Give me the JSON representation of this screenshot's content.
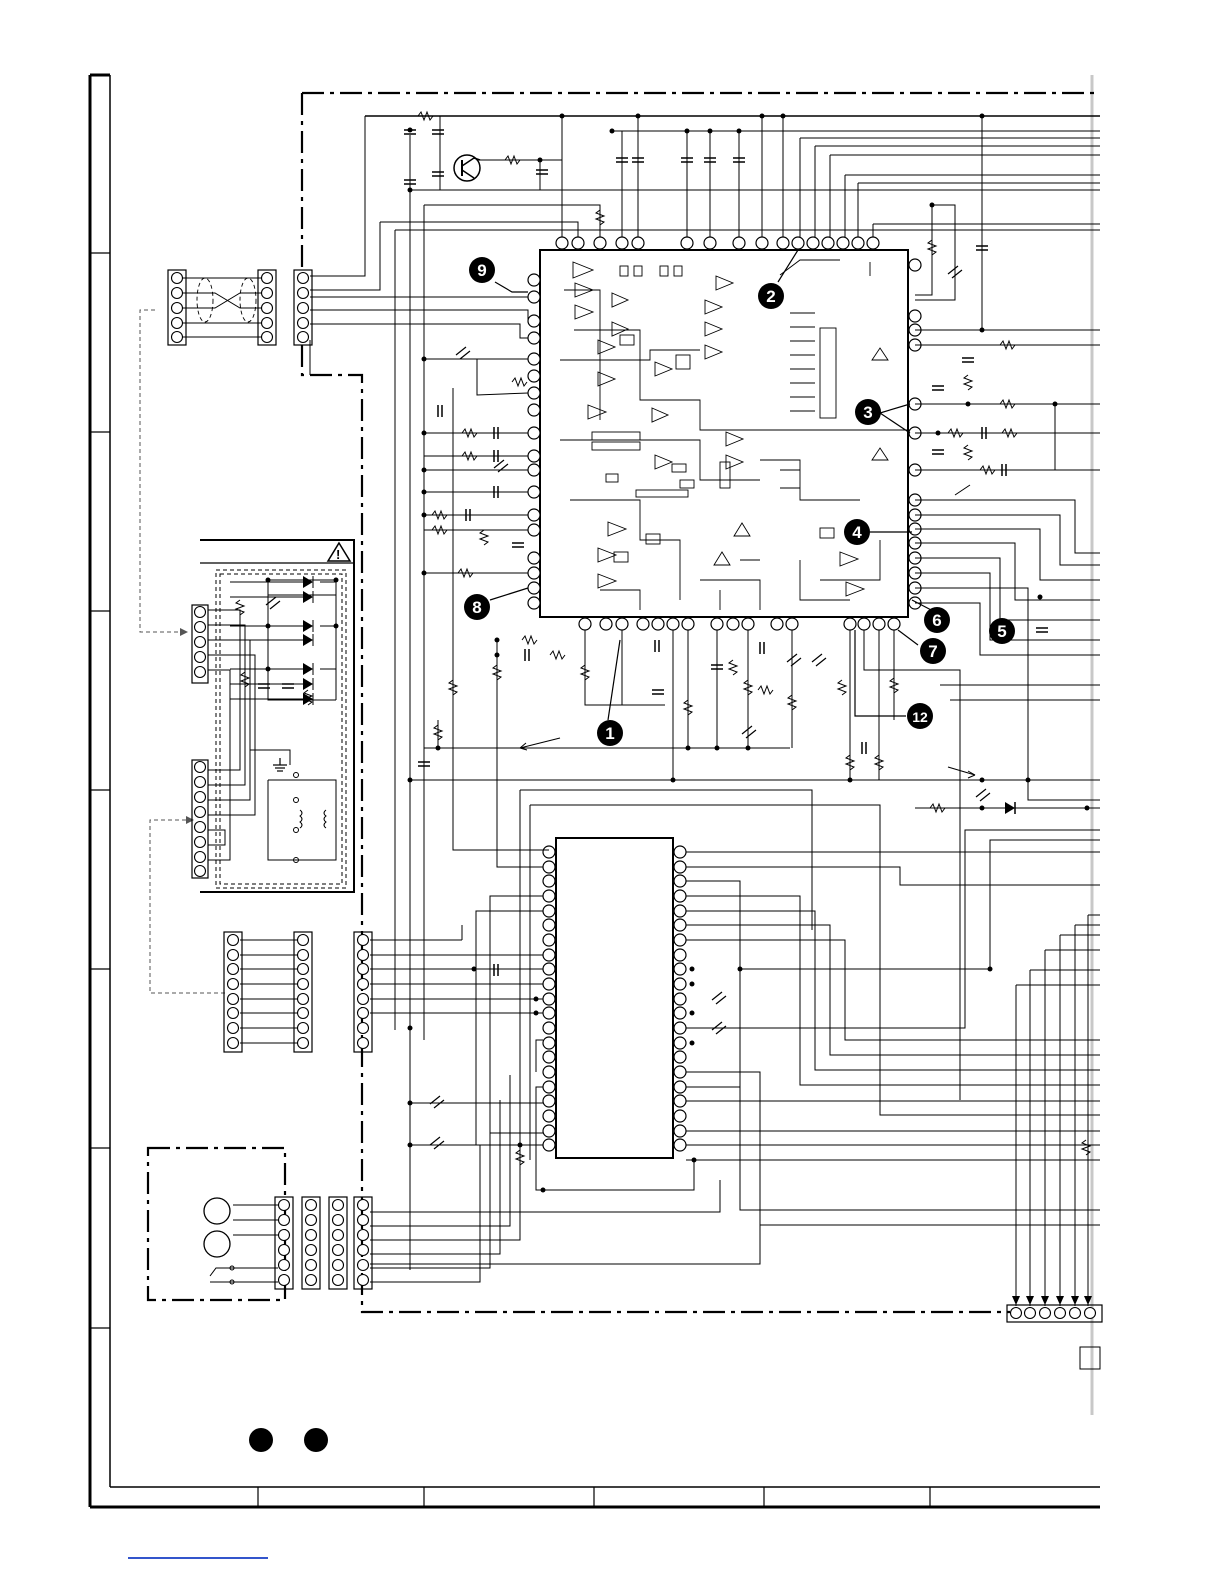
{
  "callouts": [
    {
      "id": "1",
      "label": "1"
    },
    {
      "id": "2",
      "label": "2"
    },
    {
      "id": "3",
      "label": "3"
    },
    {
      "id": "4",
      "label": "4"
    },
    {
      "id": "5",
      "label": "5"
    },
    {
      "id": "6",
      "label": "6"
    },
    {
      "id": "7",
      "label": "7"
    },
    {
      "id": "8",
      "label": "8"
    },
    {
      "id": "9",
      "label": "9"
    },
    {
      "id": "12",
      "label": "12"
    }
  ],
  "warning_symbol": "!",
  "icons": {
    "warning": "warning-triangle-icon",
    "transistor": "transistor-icon",
    "ground": "ground-icon",
    "motor": "motor-icon",
    "diode": "diode-icon"
  },
  "colors": {
    "line": "#000000",
    "grid": "#c8c8c8",
    "link": "#3355cc"
  }
}
